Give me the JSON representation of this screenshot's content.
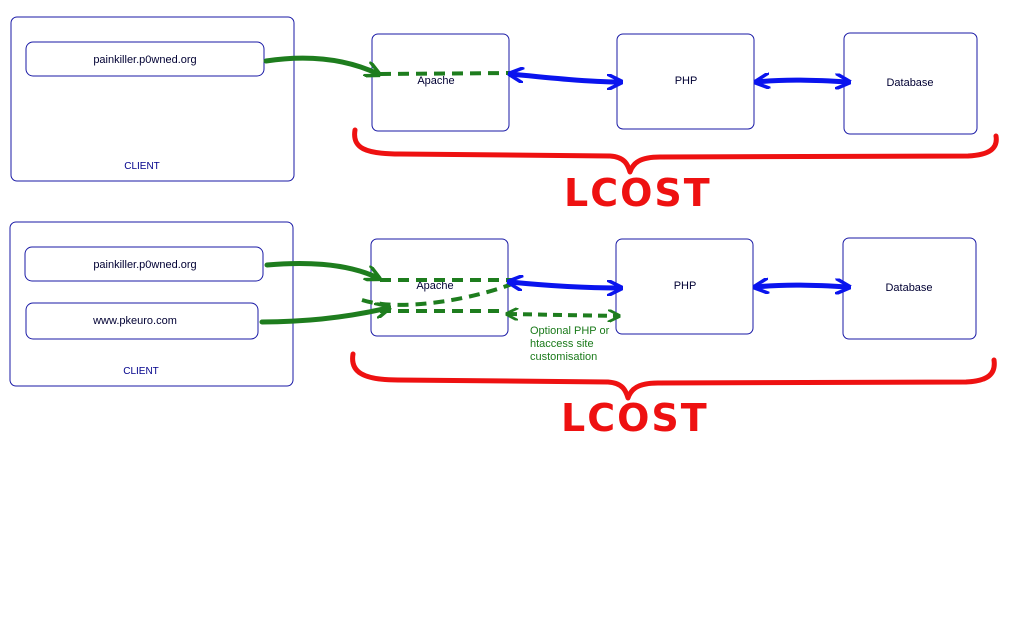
{
  "colors": {
    "box_border": "#1a1aa6",
    "green_arrow": "#1e7d1e",
    "blue_arrow": "#0a14ee",
    "red_brace": "#ee1111"
  },
  "top": {
    "client": {
      "host": "painkiller.p0wned.org",
      "label": "CLIENT"
    },
    "apache": "Apache",
    "php": "PHP",
    "database": "Database",
    "cost": "LCOST"
  },
  "bottom": {
    "client": {
      "host1": "painkiller.p0wned.org",
      "host2": "www.pkeuro.com",
      "label": "CLIENT"
    },
    "apache": "Apache",
    "php": "PHP",
    "database": "Database",
    "note": [
      "Optional PHP or",
      "htaccess site",
      "customisation"
    ],
    "cost": "LCOST"
  }
}
